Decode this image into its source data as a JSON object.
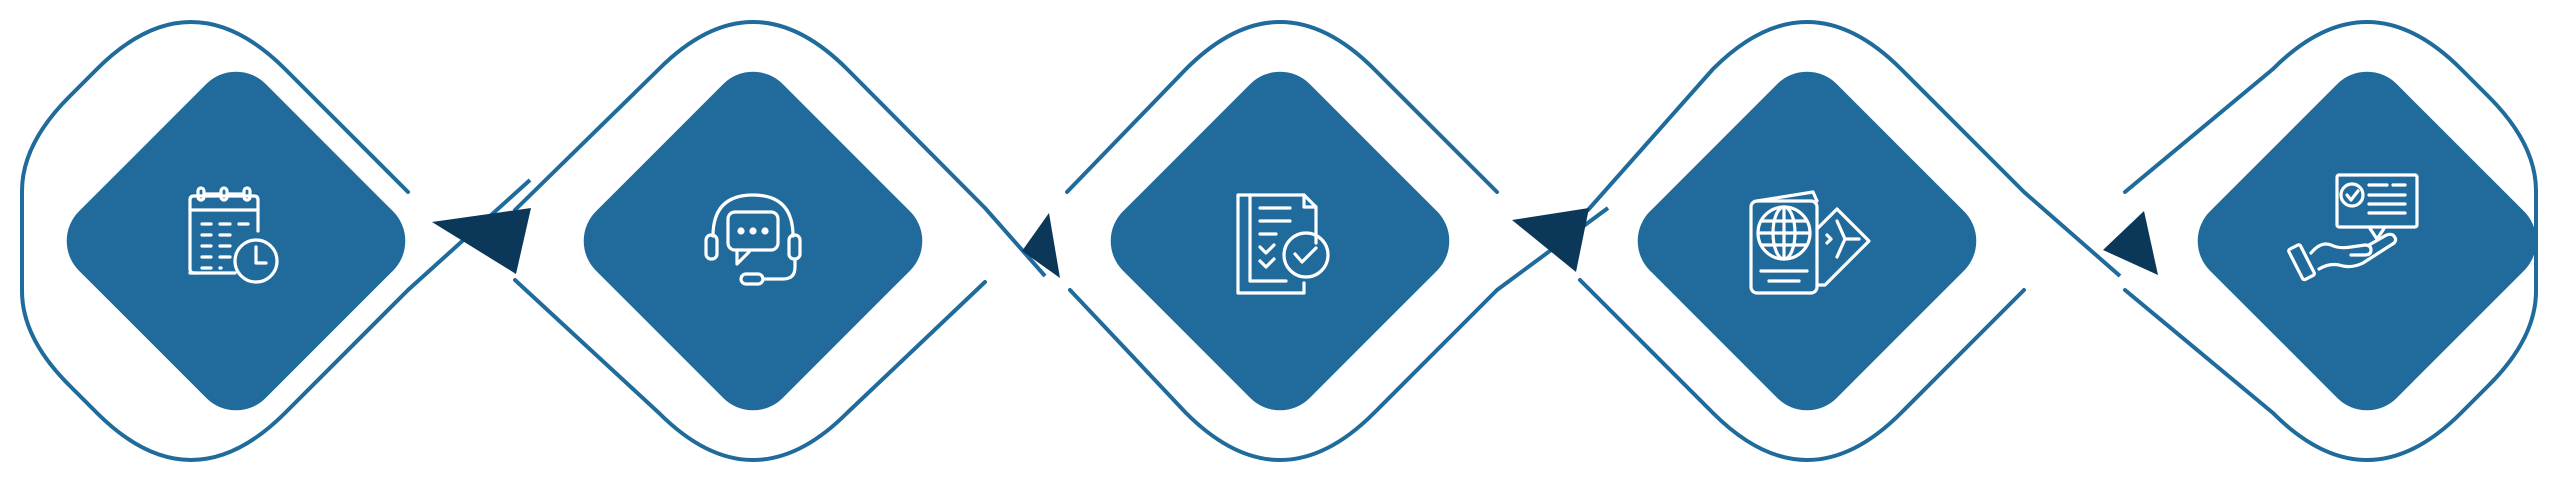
{
  "colors": {
    "outline": "#1f6b9c",
    "tile_fill": "#206b9c",
    "arrow": "#0b3759",
    "icon_stroke": "#ffffff",
    "background": "#ffffff"
  },
  "steps": [
    {
      "icon": "calendar-clock-icon"
    },
    {
      "icon": "customer-support-headset-icon"
    },
    {
      "icon": "checklist-documents-icon"
    },
    {
      "icon": "passport-boarding-pass-icon"
    },
    {
      "icon": "hand-receiving-ticket-icon"
    }
  ],
  "connectors": [
    {
      "direction": "down-left"
    },
    {
      "direction": "up-left"
    },
    {
      "direction": "down-left"
    },
    {
      "direction": "up-left"
    }
  ]
}
